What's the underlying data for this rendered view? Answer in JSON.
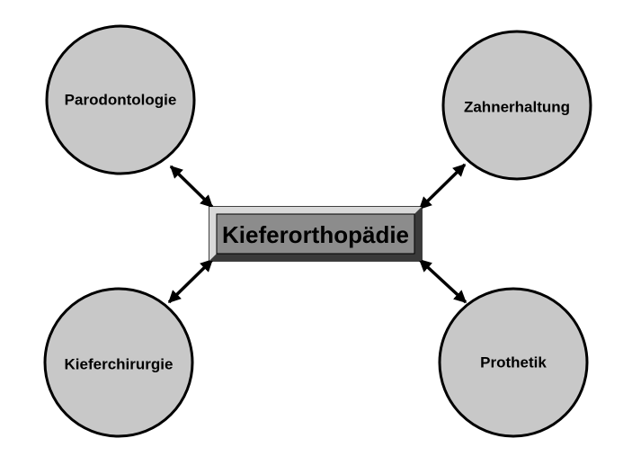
{
  "center": {
    "label": "Kieferorthopädie"
  },
  "nodes": [
    {
      "id": "parodontologie",
      "label": "Parodontologie"
    },
    {
      "id": "zahnerhaltung",
      "label": "Zahnerhaltung"
    },
    {
      "id": "kieferchirurgie",
      "label": "Kieferchirurgie"
    },
    {
      "id": "prothetik",
      "label": "Prothetik"
    }
  ],
  "colors": {
    "node_fill": "#c8c8c8",
    "center_fill": "#8c8c8c",
    "stroke": "#000000"
  }
}
